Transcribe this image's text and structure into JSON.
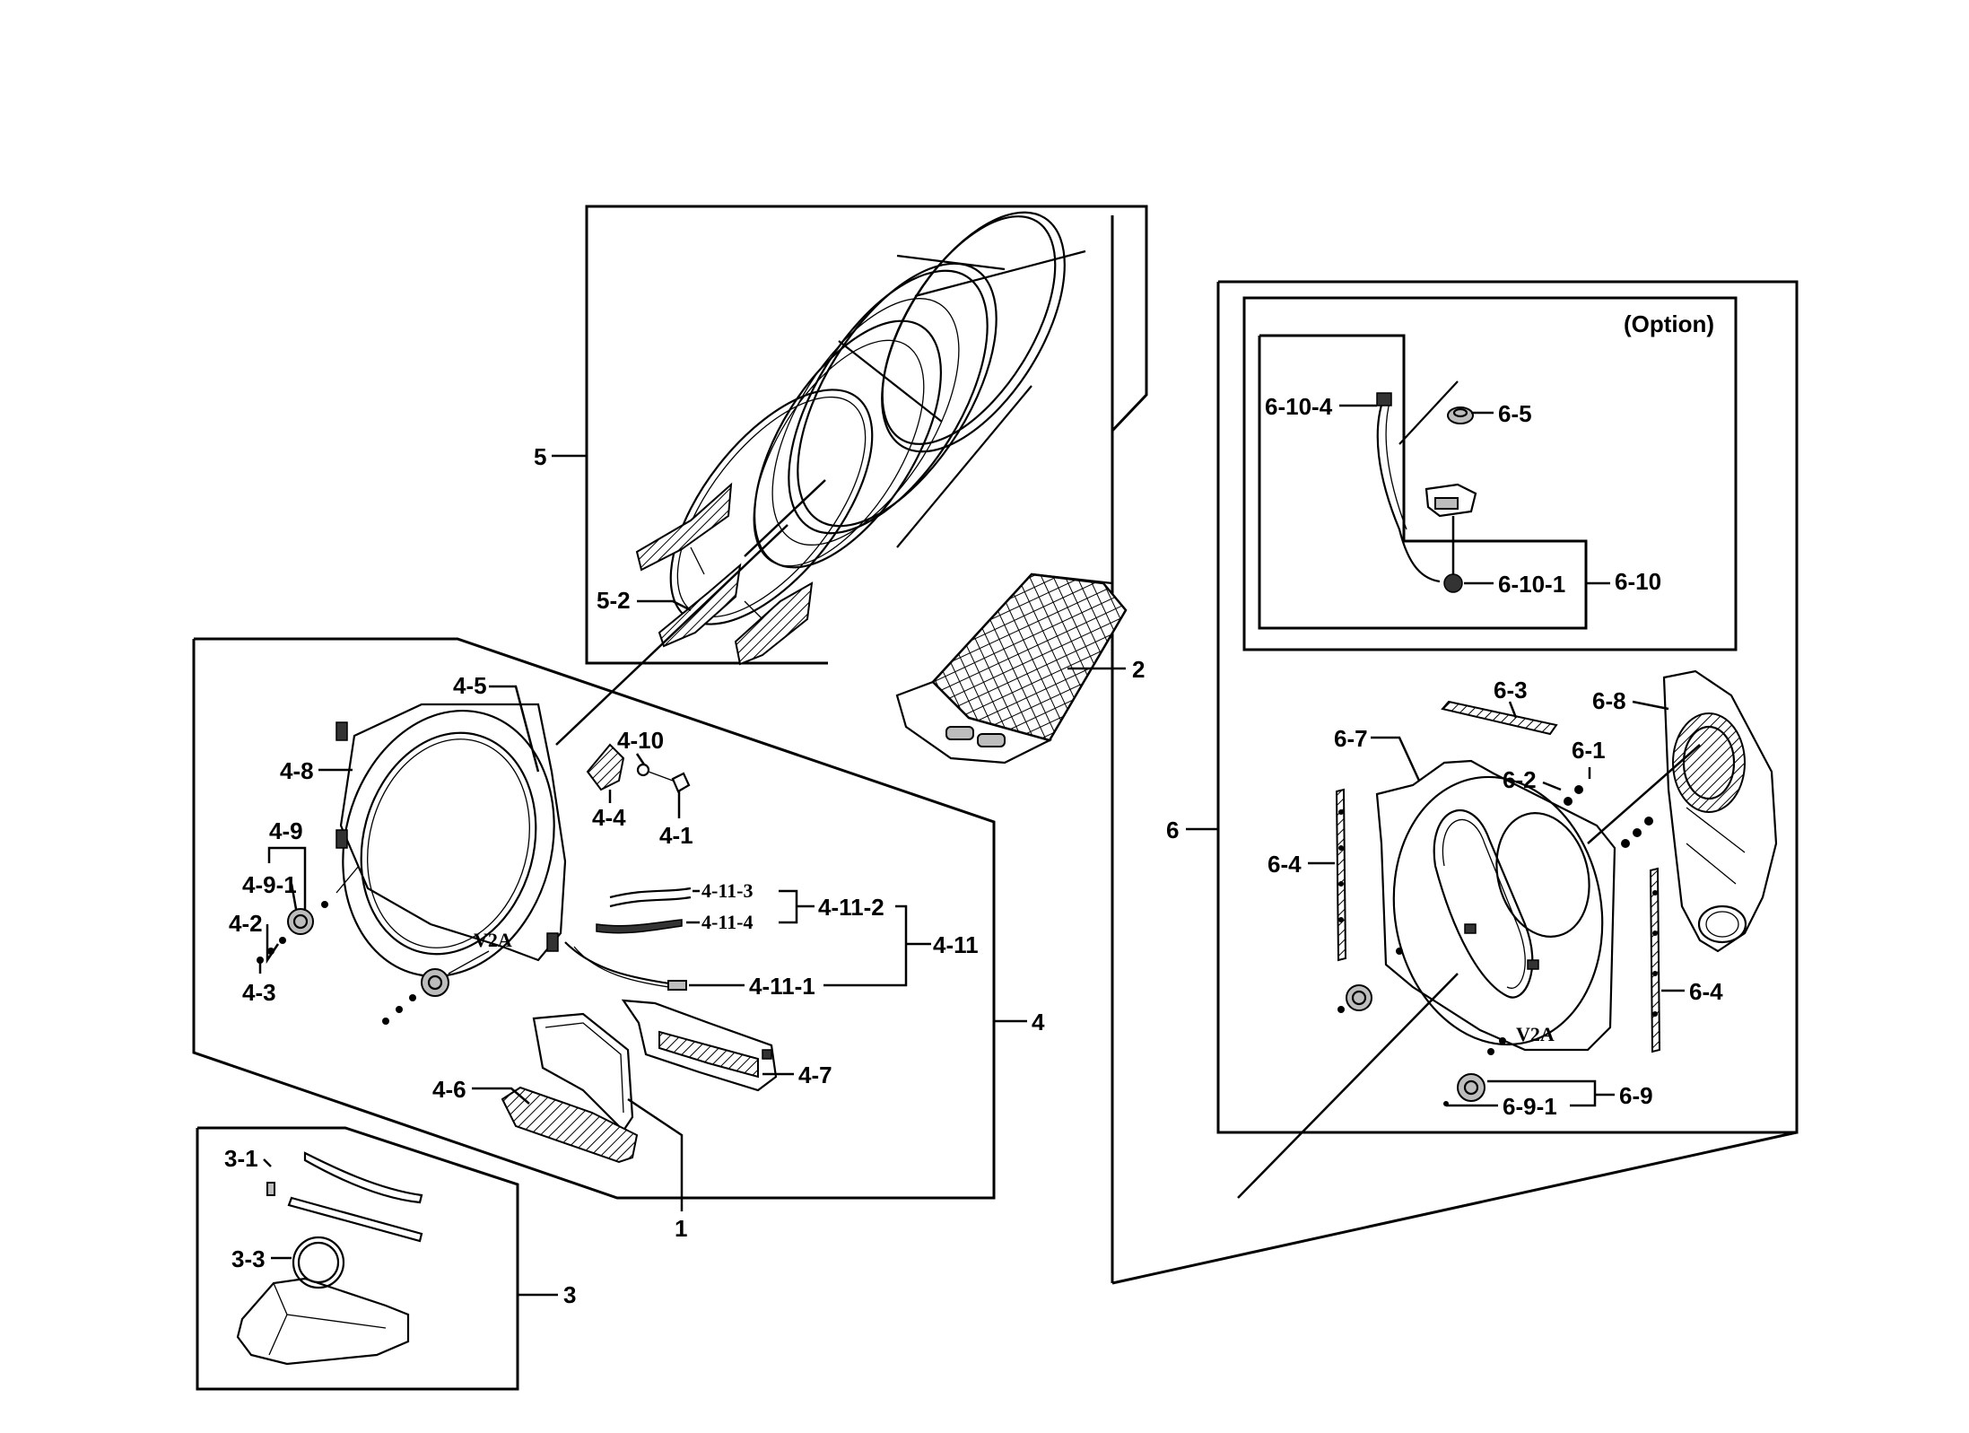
{
  "labels": {
    "l_5": "5",
    "l_5_2": "5-2",
    "l_2": "2",
    "l_4_5": "4-5",
    "l_4_8": "4-8",
    "l_4_10": "4-10",
    "l_4_4": "4-4",
    "l_4_1": "4-1",
    "l_4_9": "4-9",
    "l_4_9_1": "4-9-1",
    "l_4_2": "4-2",
    "l_4_3": "4-3",
    "l_4_11_3": "4-11-3",
    "l_4_11_4": "4-11-4",
    "l_4_11_2": "4-11-2",
    "l_4_11": "4-11",
    "l_4_11_1": "4-11-1",
    "l_4": "4",
    "l_4_6": "4-6",
    "l_4_7": "4-7",
    "l_1": "1",
    "l_3_1": "3-1",
    "l_3_3": "3-3",
    "l_3": "3",
    "l_option": "(Option)",
    "l_6_10_4": "6-10-4",
    "l_6_5": "6-5",
    "l_6_10_1": "6-10-1",
    "l_6_10": "6-10",
    "l_6": "6",
    "l_6_3": "6-3",
    "l_6_8": "6-8",
    "l_6_7": "6-7",
    "l_6_1": "6-1",
    "l_6_2": "6-2",
    "l_6_4a": "6-4",
    "l_6_4b": "6-4",
    "l_6_9": "6-9",
    "l_6_9_1": "6-9-1"
  }
}
